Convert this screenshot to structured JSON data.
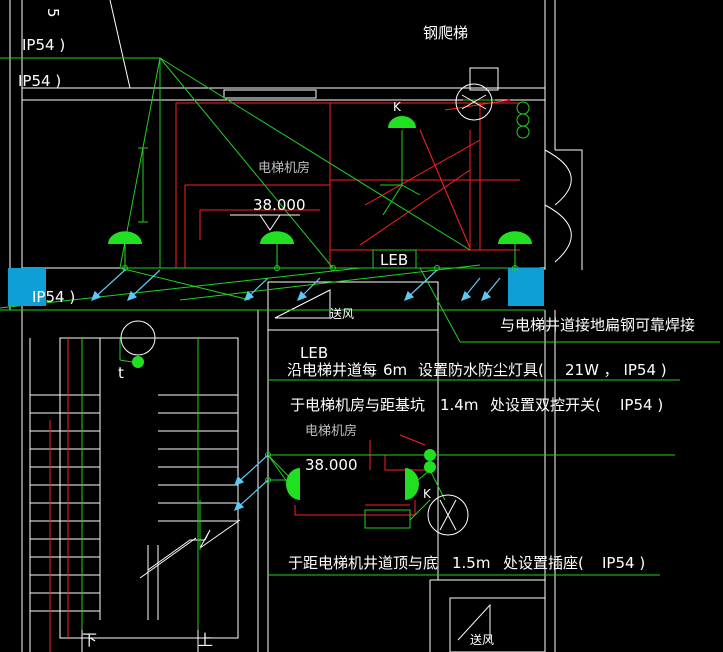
{
  "colors": {
    "background": "#000000",
    "wall": "#ffffff",
    "power": "#ff2020",
    "lighting": "#22d022",
    "fixture": "#21e021",
    "arrow": "#5ec8f5",
    "box": "#0d9fd6",
    "dim_text": "#bfbfbf"
  },
  "labels": {
    "ip54_top_1": "IP54 )",
    "ip54_top_2": "IP54 )",
    "ip54_left": "IP54 )",
    "steel_ladder": "钢爬梯",
    "machine_room": "电梯机房",
    "elevation_top": "38.000",
    "leb_1": "LEB",
    "leb_2": "LEB",
    "k_top": "K",
    "k_bottom": "K",
    "t_mark": "t",
    "supply_air_1": "送风",
    "supply_air_2": "送风",
    "machine_room_2": "电梯机房",
    "elevation_bottom": "38.000",
    "stair_down": "下",
    "stair_up": "上",
    "corner_mark": "5"
  },
  "notes": {
    "note1": "与电梯井道接地扁钢可靠焊接",
    "note2_a": "沿电梯井道每",
    "note2_b": "6m",
    "note2_c": "设置防水防尘灯具(",
    "note2_d": "21W ， IP54 )",
    "note3_a": "于电梯机房与距基坑",
    "note3_b": "1.4m",
    "note3_c": "处设置双控开关(",
    "note3_d": "IP54 )",
    "note4_a": "于距电梯机井道顶与底",
    "note4_b": "1.5m",
    "note4_c": "处设置插座(",
    "note4_d": "IP54 )"
  }
}
